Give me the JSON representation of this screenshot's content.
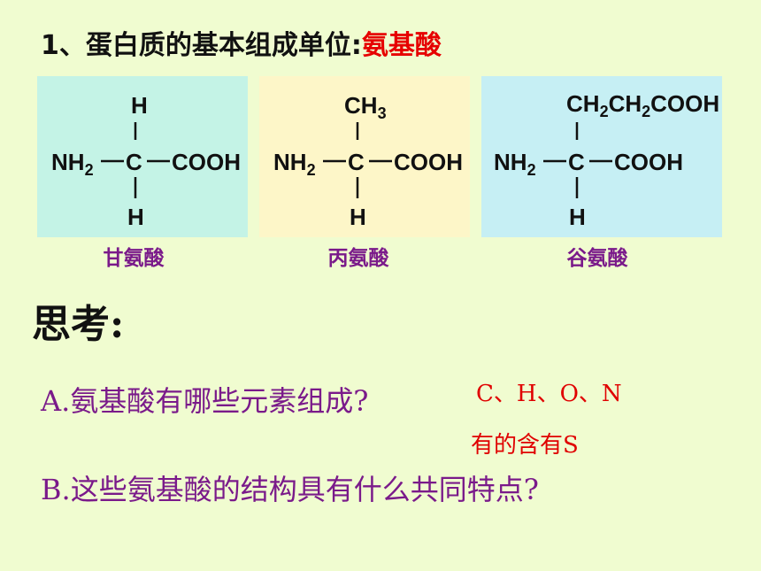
{
  "title": {
    "prefix": "1、蛋白质的基本组成单位:",
    "highlight": "氨基酸"
  },
  "structure": {
    "left_group": "NH",
    "left_sub": "2",
    "bond": "—",
    "center": "C",
    "right_group": "COOH",
    "bottom_atom": "H"
  },
  "molecules": [
    {
      "side_chain": "H",
      "name": "甘氨酸",
      "bg": "#c4f3e6"
    },
    {
      "side_chain": "CH",
      "side_chain_sub": "3",
      "name": "丙氨酸",
      "bg": "#fdf6c8"
    },
    {
      "side_chain": [
        "CH",
        "2",
        "CH",
        "2",
        "COOH"
      ],
      "name": "谷氨酸",
      "bg": "#c6eff4"
    }
  ],
  "think": "思考:",
  "questions": [
    {
      "text": "A.氨基酸有哪些元素组成?"
    },
    {
      "text": "B.这些氨基酸的结构具有什么共同特点?"
    }
  ],
  "answers": [
    "C、H、O、N",
    "有的含有S"
  ],
  "colors": {
    "background": "#f0fcd0",
    "highlight": "#e60000",
    "label": "#7a1a8a"
  }
}
